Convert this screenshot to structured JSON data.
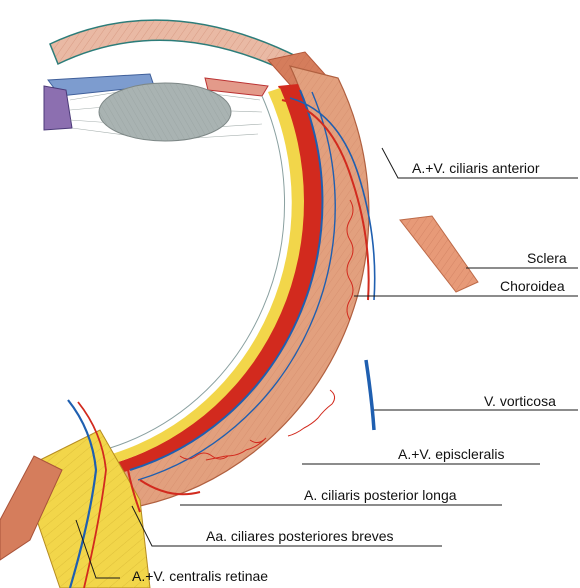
{
  "labels": {
    "ciliaris_anterior": "A.+V. ciliaris anterior",
    "sclera": "Sclera",
    "choroidea": "Choroidea",
    "vorticosa": "V. vorticosa",
    "episcleralis": "A.+V. episcleralis",
    "ciliaris_post_longa": "A. ciliaris posterior longa",
    "ciliares_post_breves": "Aa. ciliares posteriores breves",
    "centralis_retinae": "A.+V. centralis retinae"
  },
  "colors": {
    "sclera": "#e2a07e",
    "sclera_dark": "#c97850",
    "choroid_red": "#d22a1e",
    "vein_blue": "#1f5fb0",
    "retina_yellow": "#f2d64a",
    "lens_gray": "#a9b3b2",
    "iris_blue": "#7d9ccf",
    "cornea_pink": "#e9b9a4"
  }
}
